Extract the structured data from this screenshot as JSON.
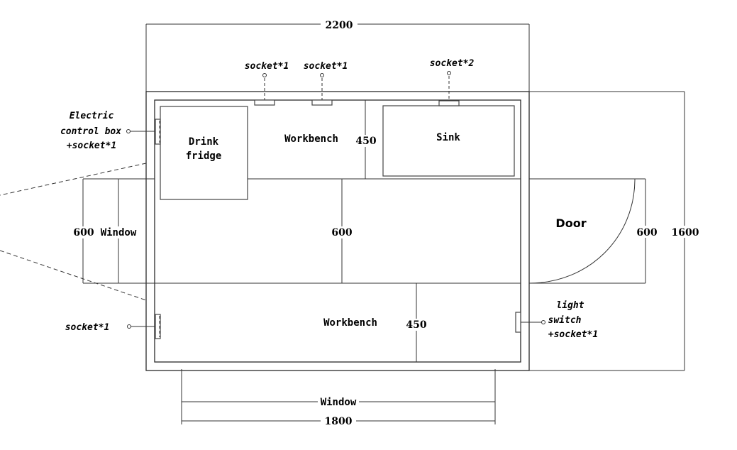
{
  "diagram": {
    "type": "floor-plan",
    "dimensions": {
      "overall_width": "2200",
      "overall_depth": "1600",
      "top_workbench_depth": "450",
      "aisle_width": "600",
      "bottom_workbench_depth": "450",
      "side_window_width": "600",
      "door_width": "600",
      "bottom_window_width": "1800"
    },
    "labels": {
      "drink_fridge_line1": "Drink",
      "drink_fridge_line2": "fridge",
      "workbench_top": "Workbench",
      "workbench_bottom": "Workbench",
      "sink": "Sink",
      "door": "Door",
      "side_window": "Window",
      "bottom_window": "Window"
    },
    "annotations": {
      "socket_top_1": "socket*1",
      "socket_top_2": "socket*1",
      "socket_sink": "socket*2",
      "electric_box_line1": "Electric",
      "electric_box_line2": "control box",
      "electric_box_line3": "+socket*1",
      "socket_left": "socket*1",
      "light_switch_line1": "light",
      "light_switch_line2": "switch",
      "light_switch_line3": "+socket*1"
    }
  }
}
